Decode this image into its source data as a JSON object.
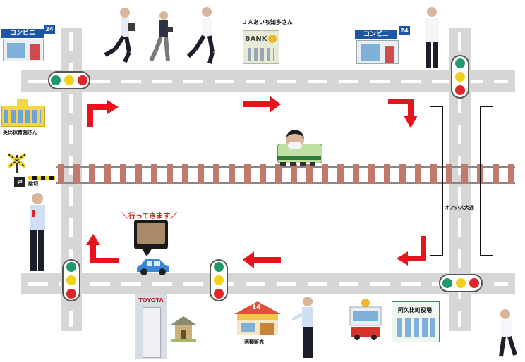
{
  "store_left": {
    "sign": "コンビニ",
    "badge": "24"
  },
  "store_right": {
    "sign": "コンビニ",
    "badge": "24"
  },
  "bank": {
    "sign": "BANK",
    "owner": "ＪＡあいち知多さん"
  },
  "school": {
    "label": "英比保育園さん"
  },
  "crossing": {
    "label": "踏切"
  },
  "speech": {
    "text": "＼行ってきます／"
  },
  "bracket": {
    "label": "オアシス大通"
  },
  "toyota": {
    "sign": "TOYOTA"
  },
  "shop_bottom": {
    "sign": "14",
    "label": "酒類販売"
  },
  "city_office": {
    "label": "阿久比町役場"
  },
  "colors": {
    "road": "#d6d6d6",
    "arrow": "#e8141b",
    "track": "#c07a6a",
    "light_green": "#1f9a6a",
    "light_yellow": "#f2d11a",
    "light_red": "#e0242a"
  }
}
